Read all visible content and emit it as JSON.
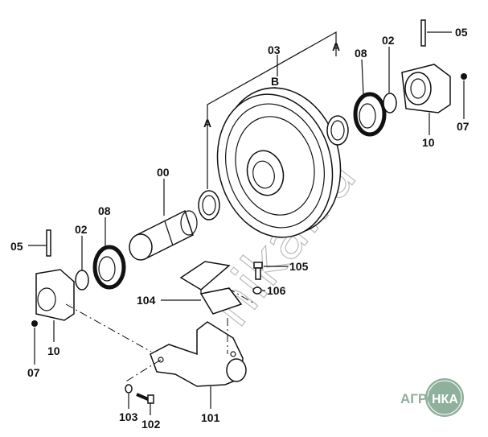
{
  "diagram": {
    "labels": {
      "p03": "03",
      "pB": "B",
      "pA1": "A",
      "pA2": "A",
      "p08r": "08",
      "p02r": "02",
      "p05r": "05",
      "p07r": "07",
      "p10r": "10",
      "p00": "00",
      "p08l": "08",
      "p02l": "02",
      "p05l": "05",
      "p105": "105",
      "p106": "106",
      "p104": "104",
      "p10l": "10",
      "p07l": "07",
      "p103": "103",
      "p102": "102",
      "p101": "101"
    },
    "watermark": "nika.ru",
    "logo": {
      "left": "АГРО",
      "right": "НКА",
      "color": "#8fb09c"
    }
  }
}
